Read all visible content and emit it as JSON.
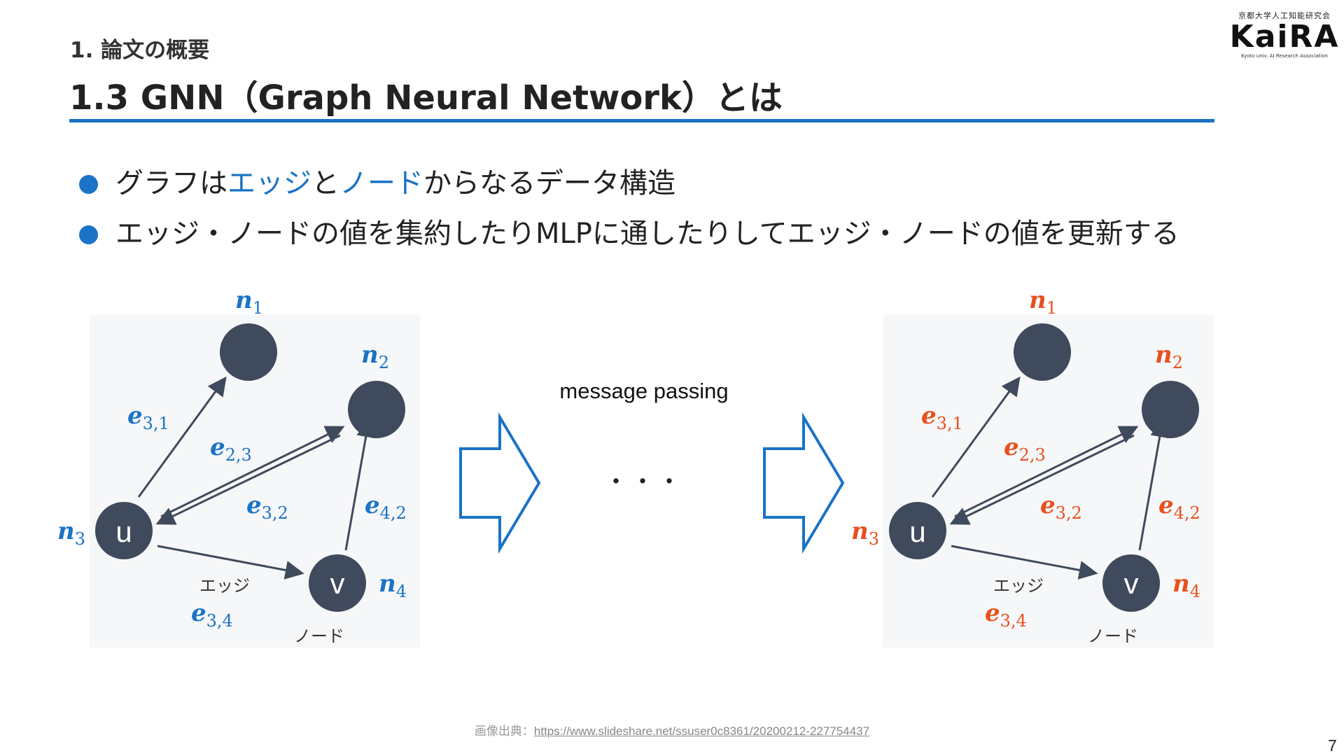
{
  "header": {
    "section": "1. 論文の概要",
    "title": "1.3 GNN（Graph Neural Network）とは"
  },
  "logo": {
    "subtitle": "京都大学人工知能研究会",
    "name": "KaiRA",
    "tagline": "Kyoto univ. AI Research Association"
  },
  "bullets": {
    "b1": {
      "pre": "グラフは",
      "edge": "エッジ",
      "mid": "と",
      "node": "ノード",
      "post": "からなるデータ構造"
    },
    "b2": "エッジ・ノードの値を集約したりMLPに通したりしてエッジ・ノードの値を更新する"
  },
  "diagram": {
    "node_u": "u",
    "node_v": "v",
    "edge_word": "エッジ",
    "node_word": "ノード",
    "message_passing": "message passing",
    "ellipsis": "・・・",
    "node_labels": {
      "n1": "1",
      "n2": "2",
      "n3": "3",
      "n4": "4",
      "n": "n"
    },
    "edge_labels": {
      "e": "e",
      "e31": "3,1",
      "e23": "2,3",
      "e32": "3,2",
      "e42": "4,2",
      "e34": "3,4"
    },
    "colors": {
      "before": "#1a73c6",
      "after": "#e8501e",
      "node_fill": "#3f4a5c",
      "arrow_outline": "#1a73c6"
    }
  },
  "footer": {
    "source_label": "画像出典：",
    "source_url": "https://www.slideshare.net/ssuser0c8361/20200212-227754437",
    "page_number": "7"
  }
}
